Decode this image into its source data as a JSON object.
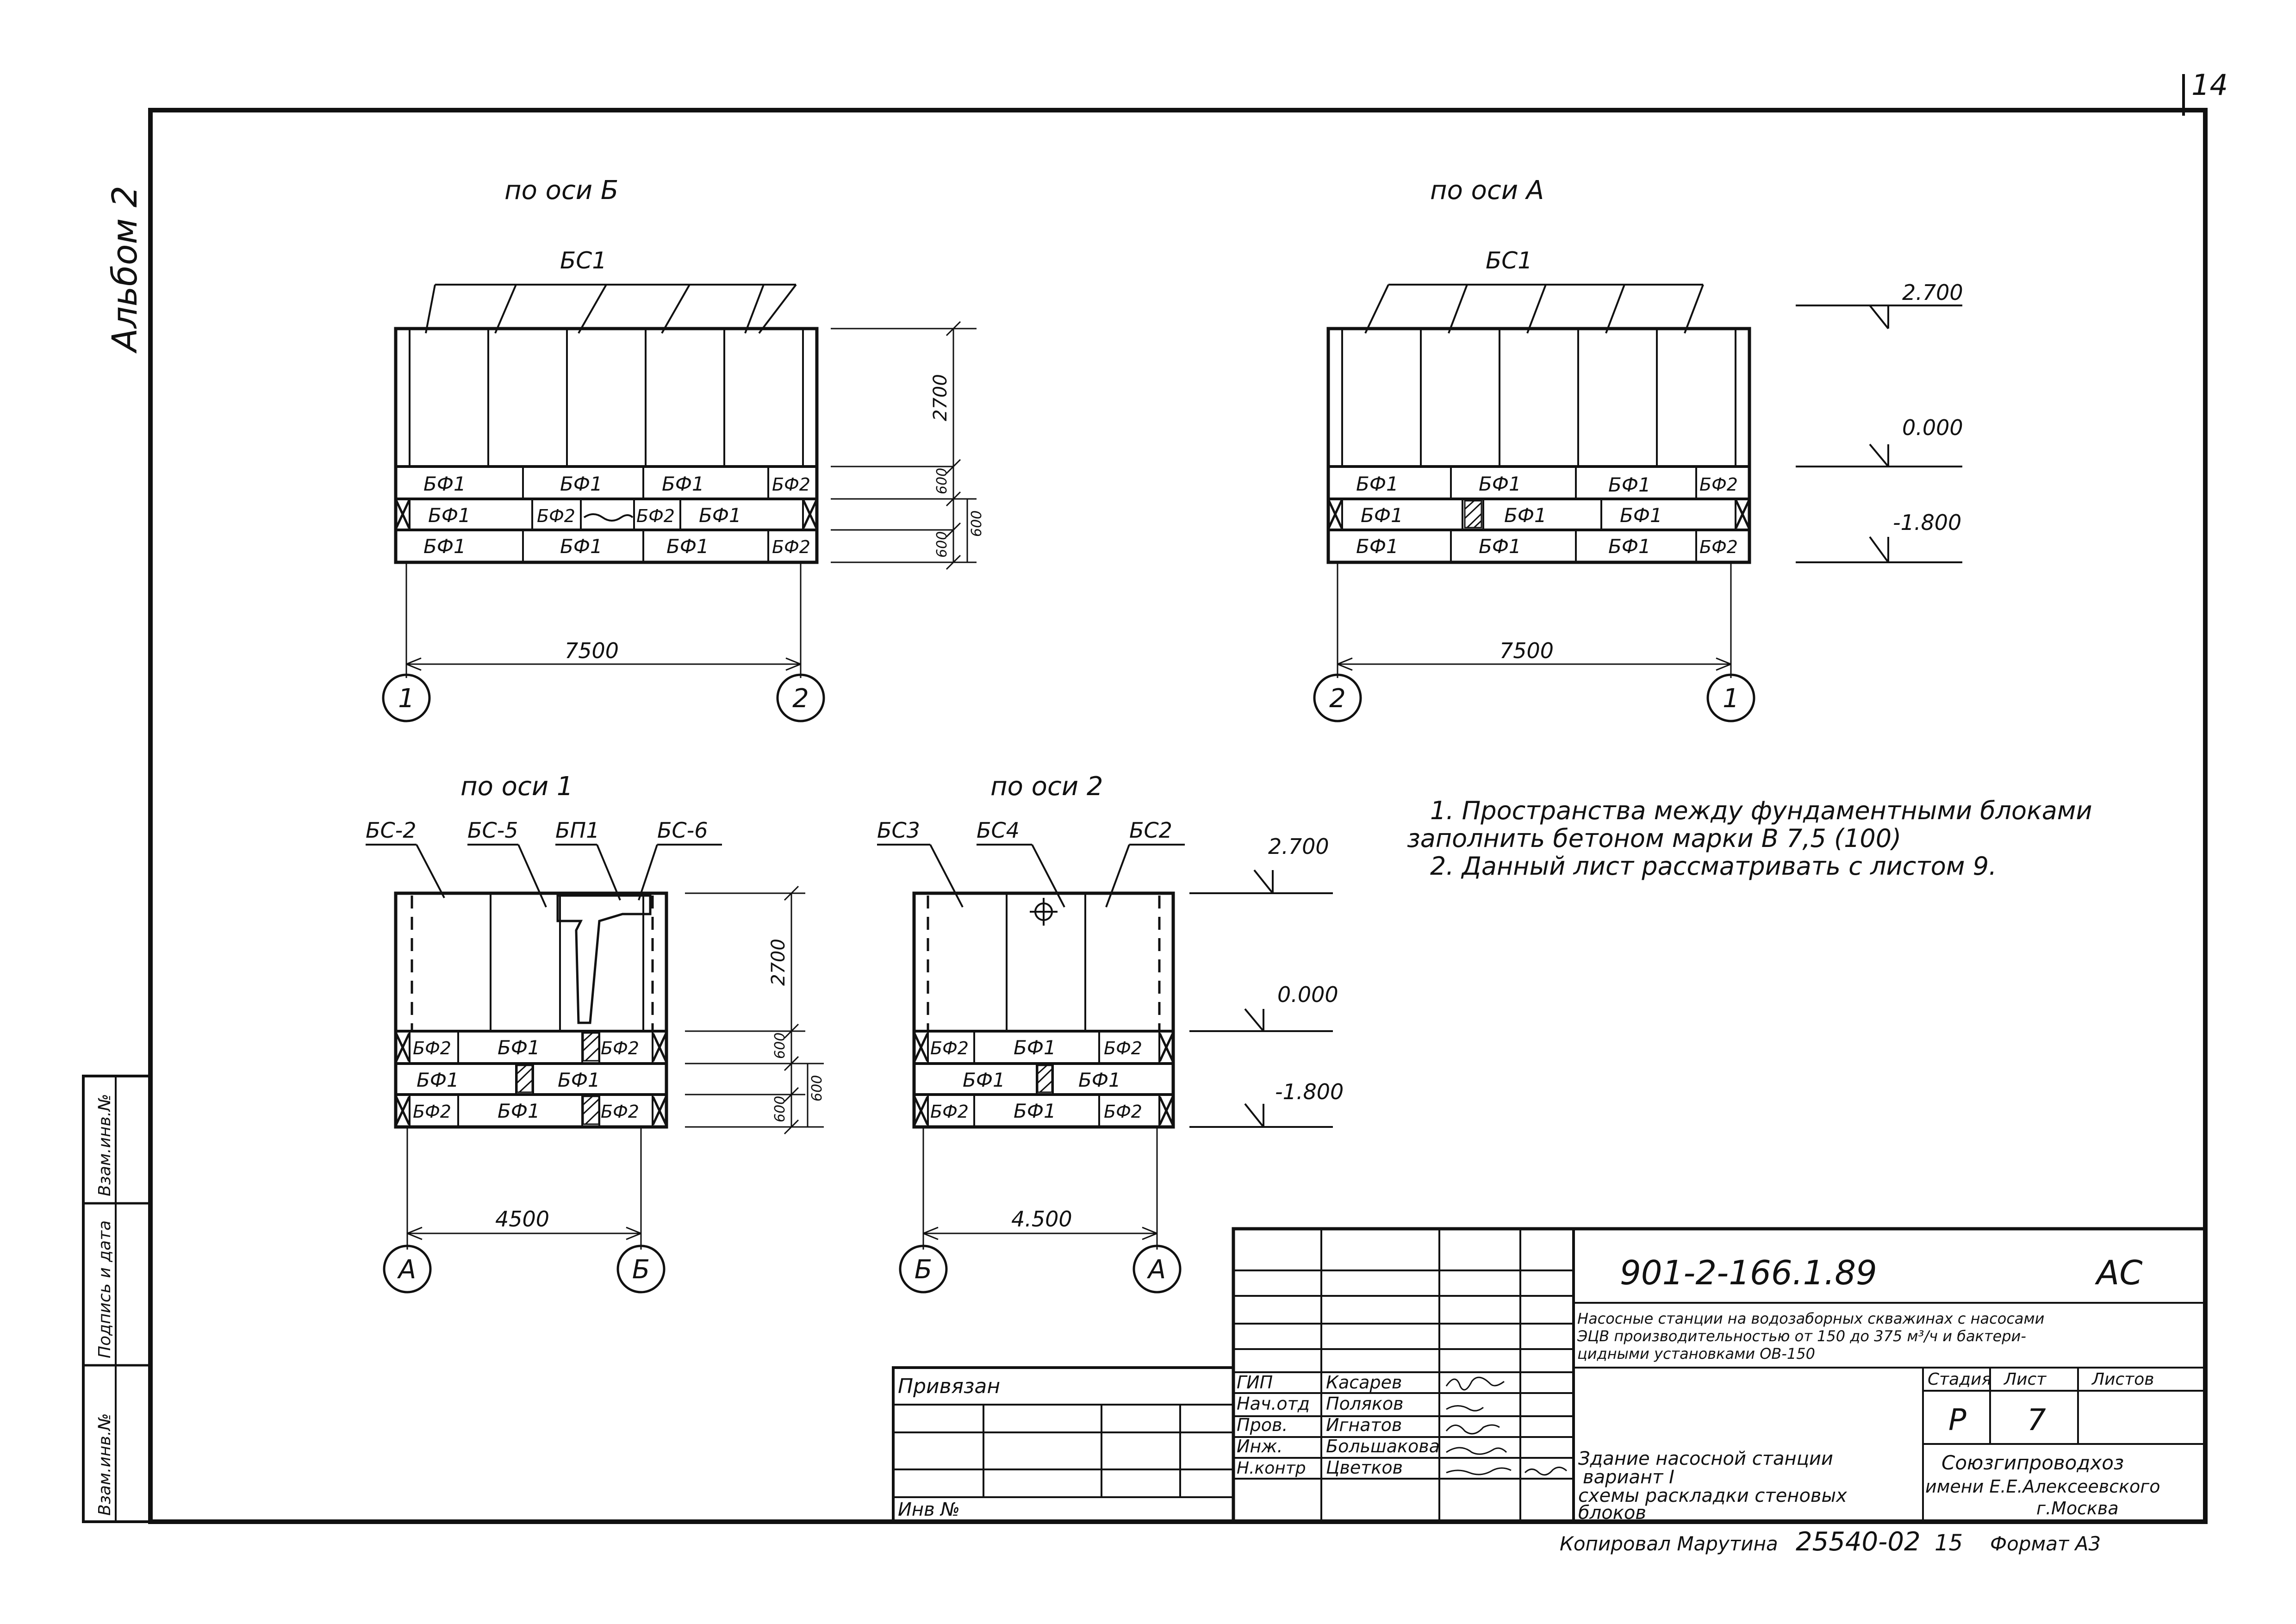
{
  "sheet_number": "14",
  "album_label": "Альбом 2",
  "views": [
    {
      "title": "по оси Б",
      "wall_block_label": "БС1",
      "rows": [
        [
          "БФ1",
          "БФ1",
          "БФ1",
          "БФ2"
        ],
        [
          "БФ1",
          "БФ2",
          "БФ2",
          "БФ1"
        ],
        [
          "БФ1",
          "БФ1",
          "БФ1",
          "БФ2"
        ]
      ],
      "dims": {
        "height": "2700",
        "row1": "600",
        "row3": "600",
        "rows_total": "600",
        "span": "7500"
      },
      "axes": [
        "1",
        "2"
      ]
    },
    {
      "title": "по оси А",
      "wall_block_label": "БС1",
      "rows": [
        [
          "БФ1",
          "БФ1",
          "БФ1",
          "БФ2"
        ],
        [
          "БФ1",
          "БФ1",
          "БФ1"
        ],
        [
          "БФ1",
          "БФ1",
          "БФ1",
          "БФ2"
        ]
      ],
      "levels": [
        "2.700",
        "0.000",
        "-1.800"
      ],
      "dims": {
        "span": "7500"
      },
      "axes": [
        "2",
        "1"
      ]
    },
    {
      "title": "по оси 1",
      "wall_labels": [
        "БС-2",
        "БС-5",
        "БП1",
        "БС-6"
      ],
      "rows": [
        [
          "БФ2",
          "БФ1",
          "БФ2"
        ],
        [
          "БФ1",
          "БФ1"
        ],
        [
          "БФ2",
          "БФ1",
          "БФ2"
        ]
      ],
      "dims": {
        "height": "2700",
        "row1": "600",
        "row3": "600",
        "rows_total": "600",
        "span": "4500"
      },
      "axes": [
        "А",
        "Б"
      ]
    },
    {
      "title": "по оси 2",
      "wall_labels": [
        "БС3",
        "БС4",
        "БС2"
      ],
      "rows": [
        [
          "БФ2",
          "БФ1",
          "БФ2"
        ],
        [
          "БФ1",
          "БФ1"
        ],
        [
          "БФ2",
          "БФ1",
          "БФ2"
        ]
      ],
      "levels": [
        "2.700",
        "0.000",
        "-1.800"
      ],
      "dims": {
        "span": "4.500"
      },
      "axes": [
        "Б",
        "А"
      ]
    }
  ],
  "notes": [
    "1. Пространства между фундаментными блоками",
    "заполнить бетоном марки В 7,5 (100)",
    "2. Данный лист рассматривать с листом 9."
  ],
  "side_stamp": [
    "Взам.инв.№",
    "Подпись и дата",
    "Взам.инв.№"
  ],
  "title_block": {
    "code": "901-2-166.1.89",
    "mark": "АС",
    "project": [
      "Насосные станции на водозаборных скважинах с насосами",
      "ЭЦВ производительностью от 150 до 375 м³/ч и бактери-",
      "цидными установками ОВ-150"
    ],
    "privyazan": "Привязан",
    "inv": "Инв №",
    "staff": [
      {
        "role": "ГИП",
        "name": "Касарев"
      },
      {
        "role": "Нач.отд",
        "name": "Поляков"
      },
      {
        "role": "Пров.",
        "name": "Игнатов"
      },
      {
        "role": "Инж.",
        "name": "Большакова"
      },
      {
        "role": "Н.контр",
        "name": "Цветков"
      }
    ],
    "sheet_name": [
      "Здание насосной станции",
      "вариант I",
      "схемы раскладки стеновых",
      "блоков"
    ],
    "stage_header": "Стадия",
    "sheet_header": "Лист",
    "sheets_header": "Листов",
    "stage": "Р",
    "sheet": "7",
    "org": [
      "Союзгипроводхоз",
      "имени Е.Е.Алексеевского",
      "г.Москва"
    ],
    "copied": "Копировал Марутина",
    "order": "25540-02",
    "order_sheet": "15",
    "format": "Формат А3"
  }
}
